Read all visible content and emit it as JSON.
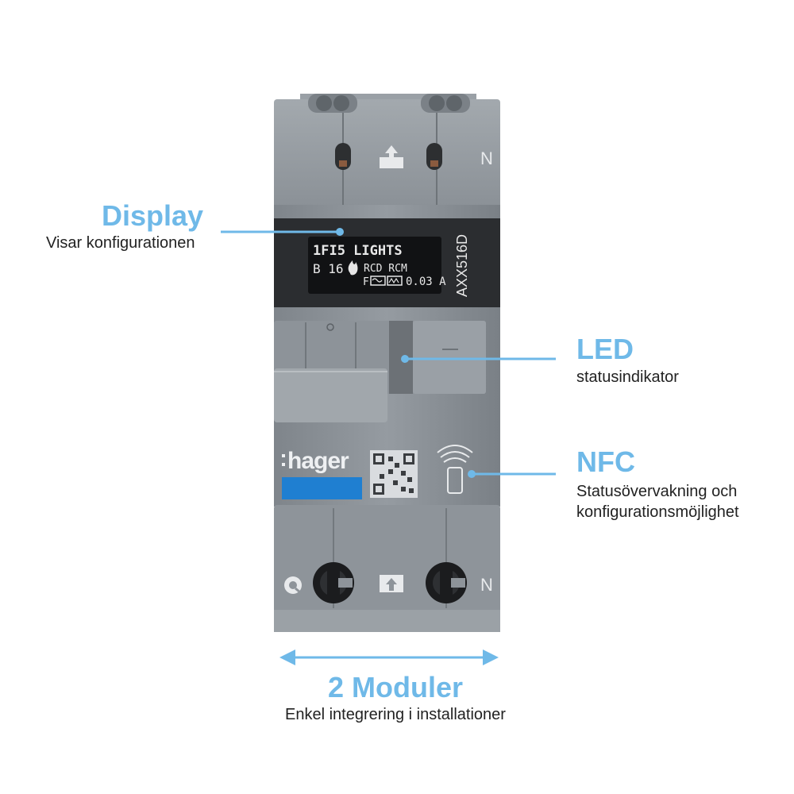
{
  "device": {
    "brand": "hager",
    "model": "AXX516D",
    "terminal_top_label": "N",
    "terminal_bottom_label": "N",
    "display": {
      "line1": "1FI5 LIGHTS",
      "rating": "B 16",
      "rcd_label": "RCD RCM",
      "type": "F",
      "sensitivity": "0.03 A"
    }
  },
  "callouts": {
    "display": {
      "title": "Display",
      "subtitle": "Visar konfigurationen"
    },
    "led": {
      "title": "LED",
      "subtitle": "statusindikator"
    },
    "nfc": {
      "title": "NFC",
      "subtitle_line1": "Statusövervakning och",
      "subtitle_line2": "konfigurationsmöjlighet"
    },
    "modules": {
      "title": "2 Moduler",
      "subtitle": "Enkel integrering i installationer"
    }
  },
  "colors": {
    "accent": "#6fb9e8",
    "body_gray": "#8b9197",
    "dark_panel": "#2b2d30",
    "label_blue": "#1f7fd1",
    "text_dark": "#222222"
  },
  "icons": [
    "flame-icon",
    "arrow-up-icon",
    "nfc-phone-icon",
    "qr-code-icon",
    "screw-icon"
  ]
}
